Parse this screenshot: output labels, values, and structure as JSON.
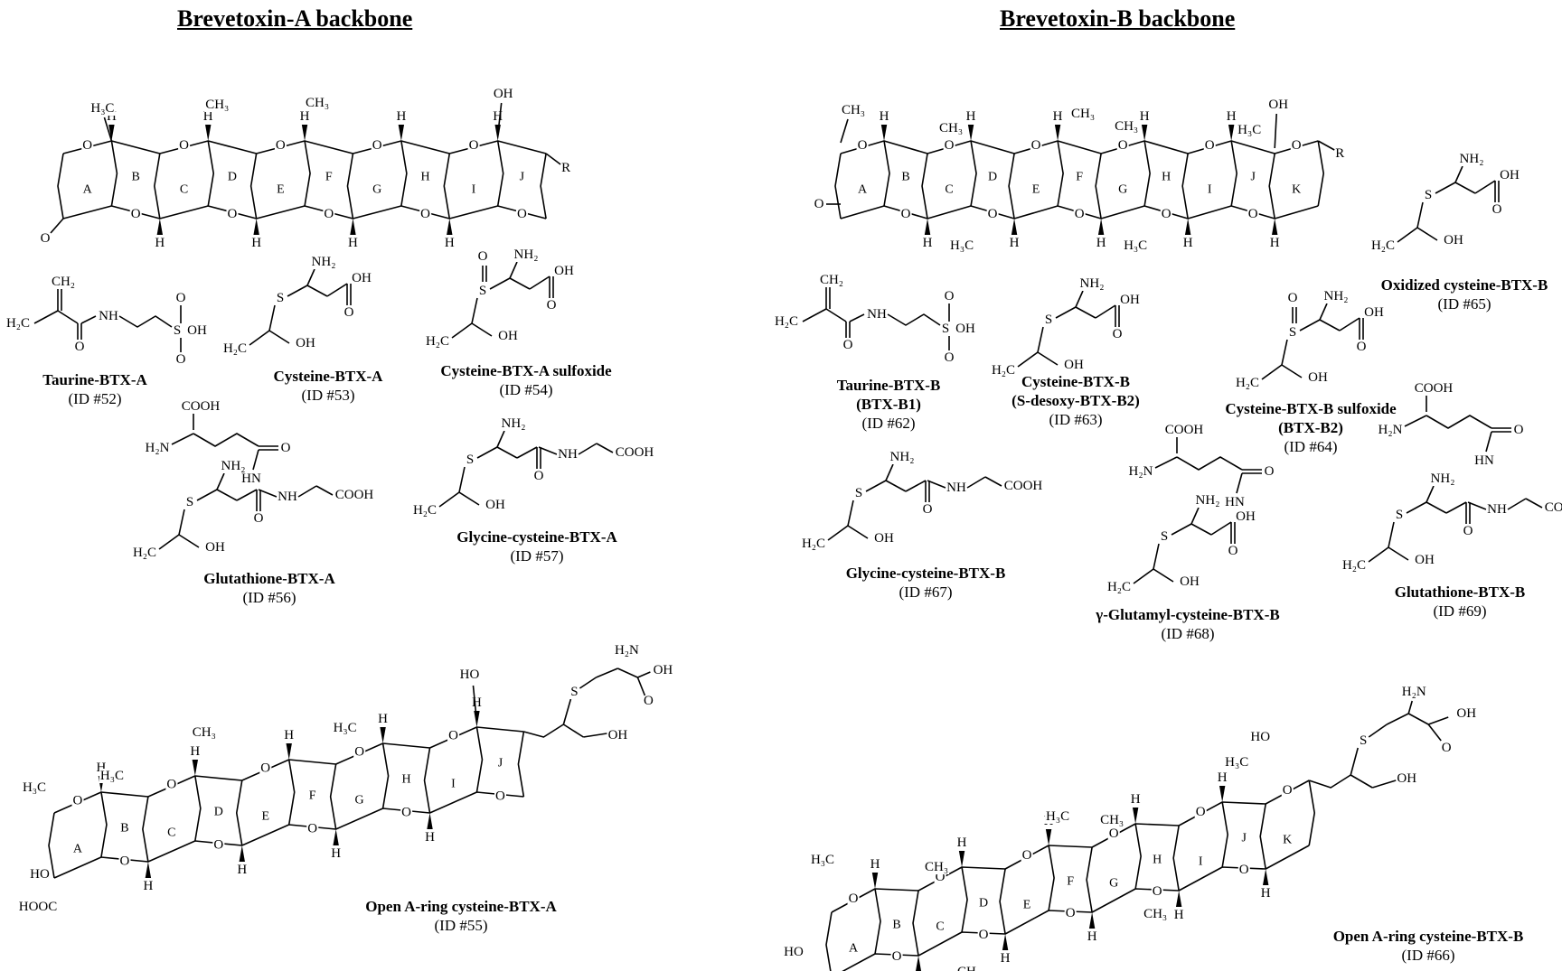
{
  "headings": {
    "a": "Brevetoxin-A backbone",
    "b": "Brevetoxin-B backbone"
  },
  "compounds": [
    {
      "key": "taurine_a",
      "name": "Taurine-BTX-A",
      "id": "(ID #52)"
    },
    {
      "key": "cysteine_a",
      "name": "Cysteine-BTX-A",
      "id": "(ID #53)"
    },
    {
      "key": "cys_sulfoxide_a",
      "name": "Cysteine-BTX-A sulfoxide",
      "id": "(ID #54)"
    },
    {
      "key": "glutathione_a",
      "name": "Glutathione-BTX-A",
      "id": "(ID #56)"
    },
    {
      "key": "glycine_cys_a",
      "name": "Glycine-cysteine-BTX-A",
      "id": "(ID #57)"
    },
    {
      "key": "open_a",
      "name": "Open A-ring cysteine-BTX-A",
      "id": "(ID #55)"
    },
    {
      "key": "oxidized_b",
      "name": "Oxidized cysteine-BTX-B",
      "id": "(ID #65)"
    },
    {
      "key": "taurine_b",
      "name": "Taurine-BTX-B",
      "sub": "(BTX-B1)",
      "id": "(ID #62)"
    },
    {
      "key": "cysteine_b",
      "name": "Cysteine-BTX-B",
      "sub": "(S-desoxy-BTX-B2)",
      "id": "(ID #63)"
    },
    {
      "key": "cys_sulfoxide_b",
      "name": "Cysteine-BTX-B sulfoxide",
      "sub": "(BTX-B2)",
      "id": "(ID #64)"
    },
    {
      "key": "glycine_cys_b",
      "name": "Glycine-cysteine-BTX-B",
      "id": "(ID #67)"
    },
    {
      "key": "gamma_glu_b",
      "name": "γ-Glutamyl-cysteine-BTX-B",
      "id": "(ID #68)"
    },
    {
      "key": "glutathione_b",
      "name": "Glutathione-BTX-B",
      "id": "(ID #69)"
    },
    {
      "key": "open_b",
      "name": "Open A-ring cysteine-BTX-B",
      "id": "(ID #66)"
    }
  ],
  "atoms": {
    "H": "H",
    "CH3": "CH₃",
    "H3C": "H₃C",
    "H2C": "H₂C",
    "CH2": "CH₂",
    "NH2": "NH₂",
    "H2N": "H₂N",
    "OH": "OH",
    "HO": "HO",
    "O": "O",
    "S": "S",
    "NH": "NH",
    "HN": "HN",
    "R": "R",
    "COOH": "COOH",
    "HOOC": "HOOC",
    "SO3H": "S—OH"
  },
  "rings_a": [
    "A",
    "B",
    "C",
    "D",
    "E",
    "F",
    "G",
    "H",
    "I",
    "J"
  ],
  "rings_b": [
    "A",
    "B",
    "C",
    "D",
    "E",
    "F",
    "G",
    "H",
    "I",
    "J",
    "K"
  ]
}
